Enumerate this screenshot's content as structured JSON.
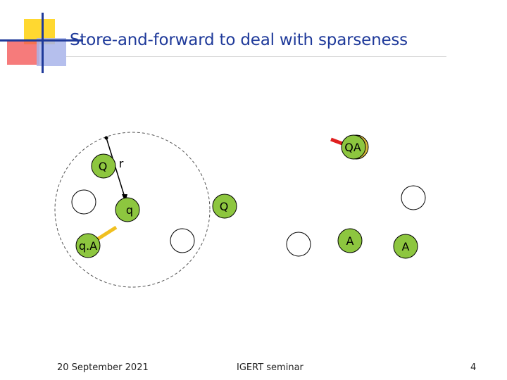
{
  "slide": {
    "title": "Store-and-forward to deal with sparseness"
  },
  "diagram": {
    "node_labels": {
      "q_top": "Q",
      "r": "r",
      "q_lower": "q",
      "q_mid": "Q",
      "qa_top": "QA",
      "qa_left": "q.A",
      "a_mid": "A",
      "a_right": "A"
    },
    "colors": {
      "node_green": "#8dc63f",
      "node_green_shadow": "#d8b93a",
      "link_red": "#e02020",
      "link_yellow": "#f0c020",
      "range_circle": "#555555"
    }
  },
  "footer": {
    "date": "20 September 2021",
    "event": "IGERT seminar",
    "page_number": "4"
  }
}
